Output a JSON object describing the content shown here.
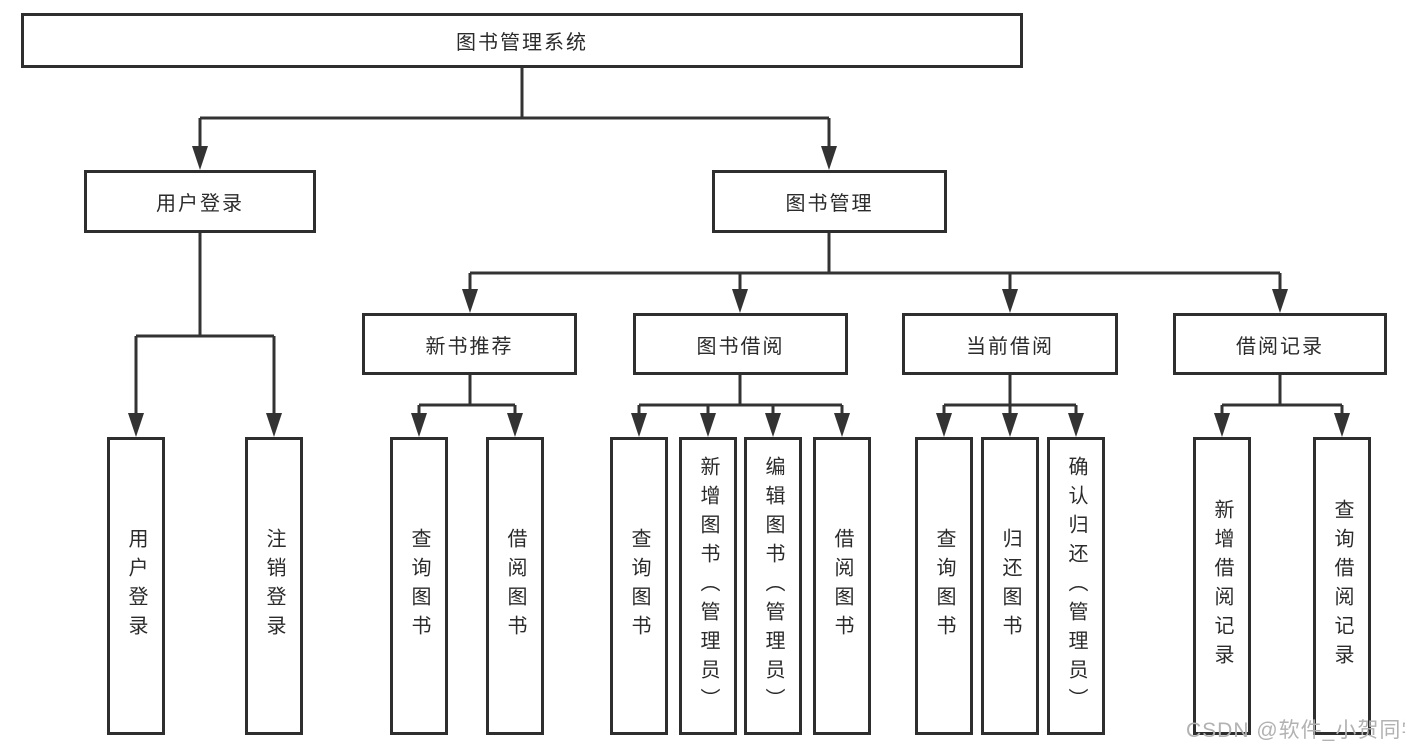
{
  "tree": {
    "root": "图书管理系统",
    "level2": [
      "用户登录",
      "图书管理"
    ],
    "level3": [
      "新书推荐",
      "图书借阅",
      "当前借阅",
      "借阅记录"
    ],
    "leaves": {
      "g1": [
        "用户登录",
        "注销登录"
      ],
      "g2": [
        "查询图书",
        "借阅图书"
      ],
      "g3": [
        "查询图书",
        "新增图书（管理员）",
        "编辑图书（管理员）",
        "借阅图书"
      ],
      "g4": [
        "查询图书",
        "归还图书",
        "确认归还（管理员）"
      ],
      "g5": [
        "新增借阅记录",
        "查询借阅记录"
      ]
    }
  },
  "watermark": "CSDN @软件_小贺同学",
  "colors": {
    "line": "#333333",
    "border": "#2e2e2e",
    "text": "#2b2b2b",
    "wm": "#b2b2b2",
    "bg": "#ffffff"
  }
}
